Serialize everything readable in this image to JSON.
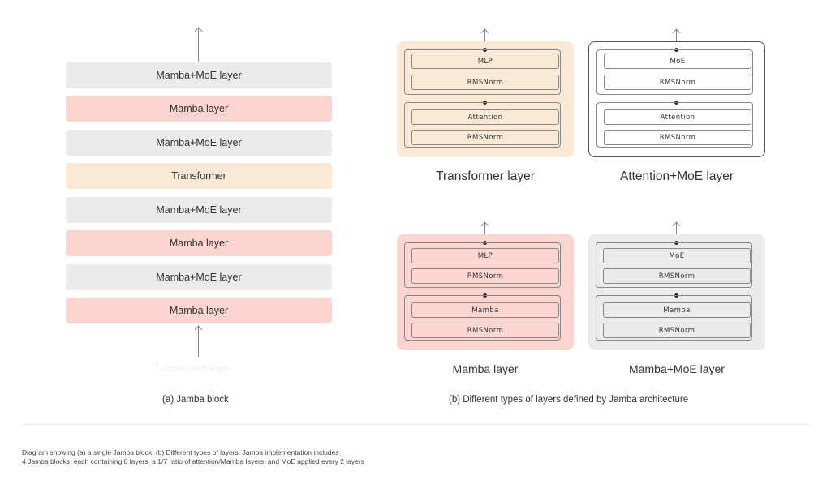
{
  "left_stack": {
    "layers": [
      {
        "label": "Mamba+MoE layer",
        "color": "gray"
      },
      {
        "label": "Mamba layer",
        "color": "pink"
      },
      {
        "label": "Mamba+MoE layer",
        "color": "gray"
      },
      {
        "label": "Transformer",
        "color": "beige"
      },
      {
        "label": "Mamba+MoE layer",
        "color": "gray"
      },
      {
        "label": "Mamba layer",
        "color": "pink"
      },
      {
        "label": "Mamba+MoE layer",
        "color": "gray"
      },
      {
        "label": "Mamba layer",
        "color": "pink"
      }
    ],
    "ghost_label": "Transformer layer",
    "caption": "(a) Jamba block"
  },
  "panels": [
    {
      "title": "Transformer layer",
      "style": "beige",
      "top_label": "MLP",
      "top_norm": "RMSNorm",
      "bottom_label": "Attention",
      "bottom_norm": "RMSNorm"
    },
    {
      "title": "Attention+MoE layer",
      "style": "white",
      "top_label": "MoE",
      "top_norm": "RMSNorm",
      "bottom_label": "Attention",
      "bottom_norm": "RMSNorm"
    },
    {
      "title": "Mamba layer",
      "style": "pink",
      "top_label": "MLP",
      "top_norm": "RMSNorm",
      "bottom_label": "Mamba",
      "bottom_norm": "RMSNorm"
    },
    {
      "title": "Mamba+MoE layer",
      "style": "gray",
      "top_label": "MoE",
      "top_norm": "RMSNorm",
      "bottom_label": "Mamba",
      "bottom_norm": "RMSNorm"
    }
  ],
  "right_caption": "(b) Different types of layers defined by Jamba architecture",
  "footnote": {
    "line1": "Diagram showing (a) a single Jamba block, (b) Different types of layers. Jamba implementation includes",
    "line2": "4 Jamba blocks, each containing 8 layers, a 1/7 ratio of attention/Mamba layers, and MoE applied every 2 layers"
  },
  "colors": {
    "gray": "#ebebeb",
    "pink": "#fdd5d0",
    "beige": "#faead5",
    "line": "#888888"
  }
}
